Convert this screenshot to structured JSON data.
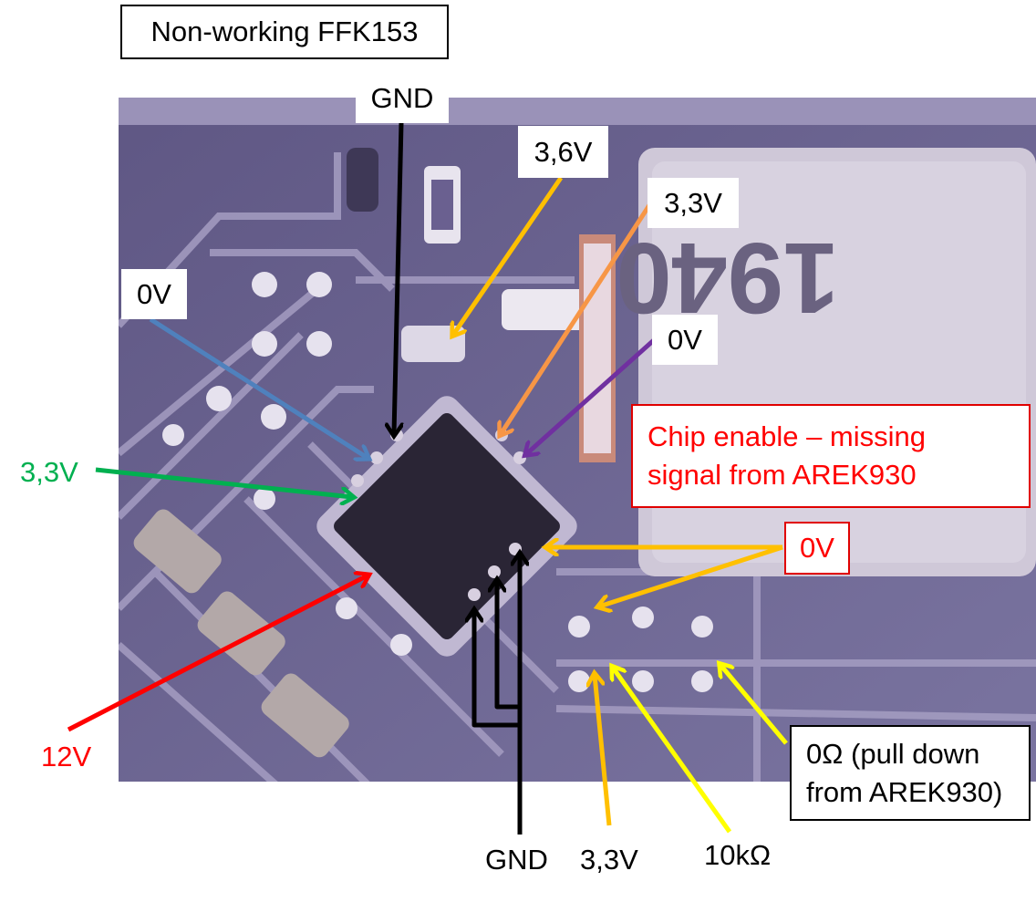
{
  "title": "Non-working FFK153",
  "labels": {
    "gnd_top": "GND",
    "v36": "3,6V",
    "v33_orange": "3,3V",
    "v0_blue": "0V",
    "v0_purple": "0V",
    "chip_enable_line1": "Chip enable – missing",
    "chip_enable_line2": "signal from AREK930",
    "v0_red": "0V",
    "v33_green": "3,3V",
    "v12": "12V",
    "pulldown_line1": "0Ω (pull down",
    "pulldown_line2": "from AREK930)",
    "gnd_bottom": "GND",
    "v33_bottom": "3,3V",
    "r10k": "10kΩ"
  },
  "colors": {
    "black": "#000000",
    "orange_light": "#FFC000",
    "orange": "#F79646",
    "blue": "#4F81BD",
    "purple": "#7030A0",
    "green": "#00B050",
    "red": "#FF0000",
    "yellow": "#FFFF00"
  },
  "photo_marking": "1940"
}
